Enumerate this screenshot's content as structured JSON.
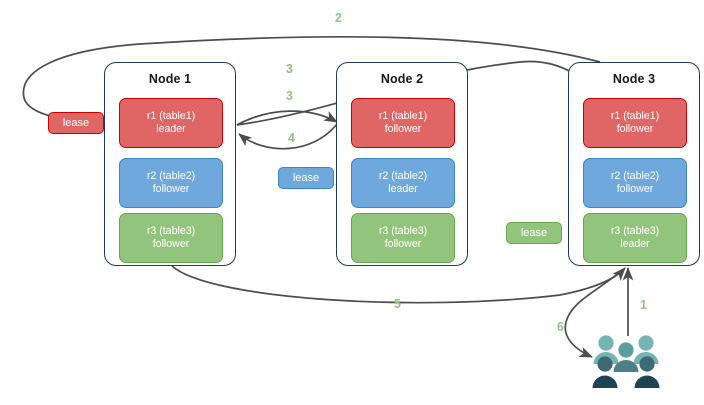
{
  "diagram": {
    "title": "",
    "colors": {
      "red_fill": "#e06666",
      "red_border": "#cc0000",
      "blue_fill": "#6fa8dc",
      "blue_border": "#3d85c6",
      "green_fill": "#93c47d",
      "green_border": "#6aa84f",
      "node_border": "#1f3864",
      "arrow": "#4d4d4d",
      "label": "#93c47d",
      "people_light": "#76b3b3",
      "people_dark": "#3a5a63"
    },
    "nodes": [
      {
        "title": "Node 1",
        "replicas": [
          {
            "name": "r1 (table1)",
            "role": "leader",
            "color": "red"
          },
          {
            "name": "r2 (table2)",
            "role": "follower",
            "color": "blue"
          },
          {
            "name": "r3 (table3)",
            "role": "follower",
            "color": "green"
          }
        ]
      },
      {
        "title": "Node 2",
        "replicas": [
          {
            "name": "r1 (table1)",
            "role": "follower",
            "color": "red"
          },
          {
            "name": "r2 (table2)",
            "role": "leader",
            "color": "blue"
          },
          {
            "name": "r3 (table3)",
            "role": "follower",
            "color": "green"
          }
        ]
      },
      {
        "title": "Node 3",
        "replicas": [
          {
            "name": "r1 (table1)",
            "role": "follower",
            "color": "red"
          },
          {
            "name": "r2 (table2)",
            "role": "follower",
            "color": "blue"
          },
          {
            "name": "r3 (table3)",
            "role": "leader",
            "color": "green"
          }
        ]
      }
    ],
    "leases": [
      {
        "label": "lease",
        "color": "red"
      },
      {
        "label": "lease",
        "color": "blue"
      },
      {
        "label": "lease",
        "color": "green"
      }
    ],
    "steps": [
      {
        "label": "1"
      },
      {
        "label": "2"
      },
      {
        "label": "3"
      },
      {
        "label": "3"
      },
      {
        "label": "4"
      },
      {
        "label": "5"
      },
      {
        "label": "6"
      }
    ],
    "client": {
      "icon": "people-group-icon"
    }
  }
}
